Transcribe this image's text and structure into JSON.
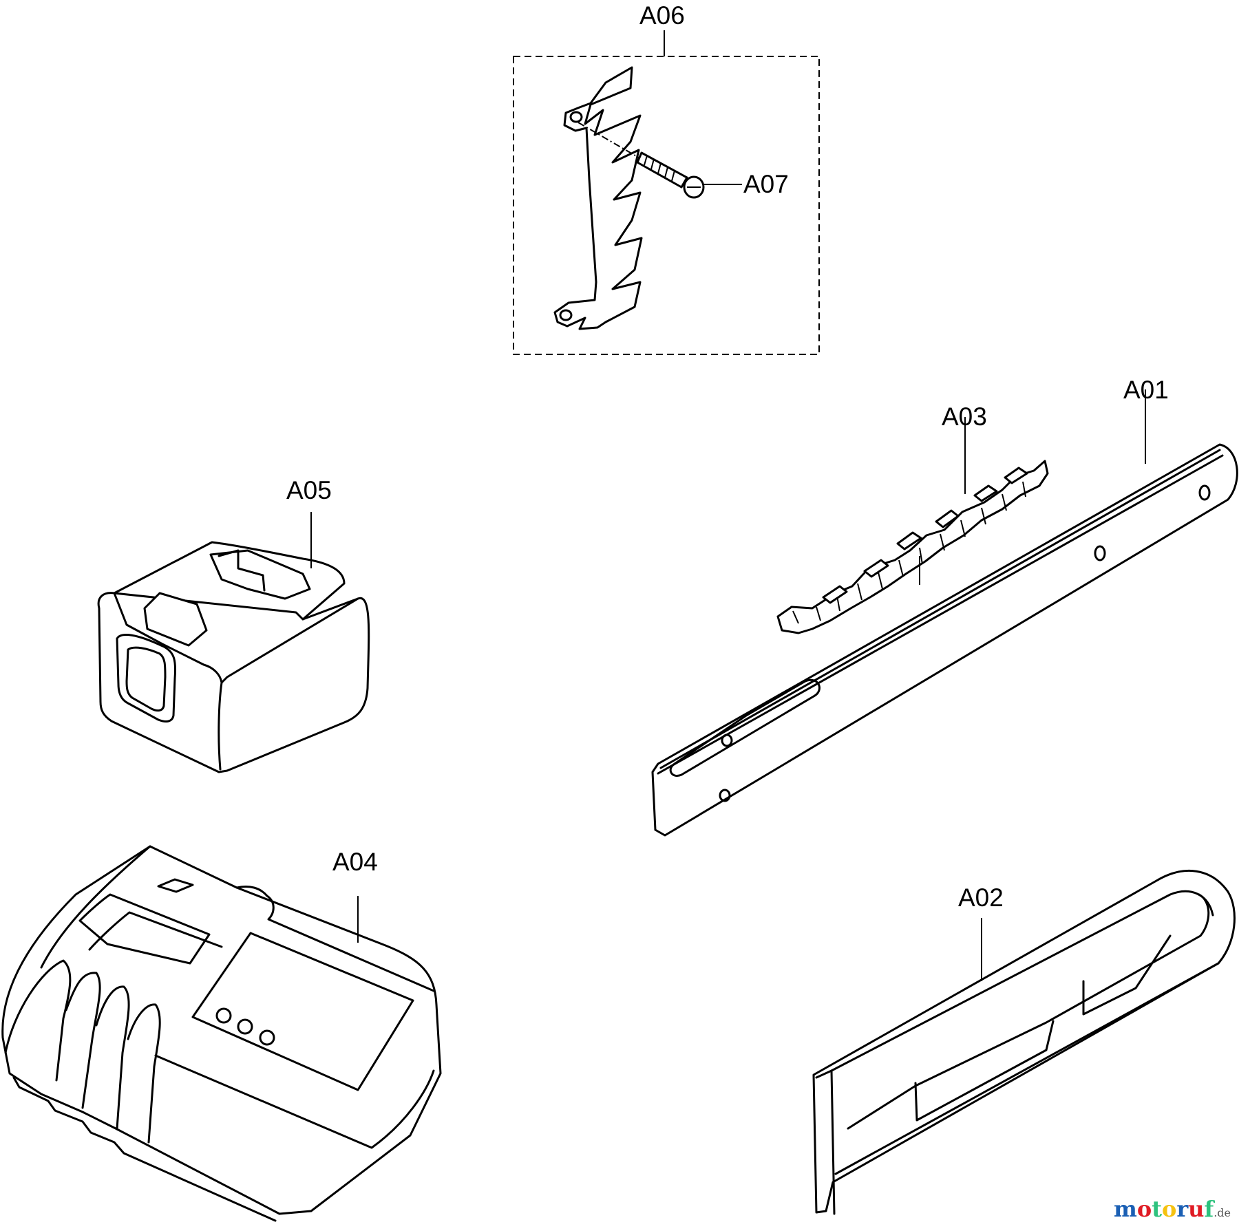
{
  "labels": {
    "a01": "A01",
    "a02": "A02",
    "a03": "A03",
    "a04": "A04",
    "a05": "A05",
    "a06": "A06",
    "a07": "A07"
  },
  "brand": {
    "text": "motoruf",
    "suffix": ".de",
    "colors": [
      "#1a5fb4",
      "#e01b24",
      "#2ec27e",
      "#f5c211",
      "#1a5fb4",
      "#e01b24",
      "#2ec27e"
    ]
  }
}
